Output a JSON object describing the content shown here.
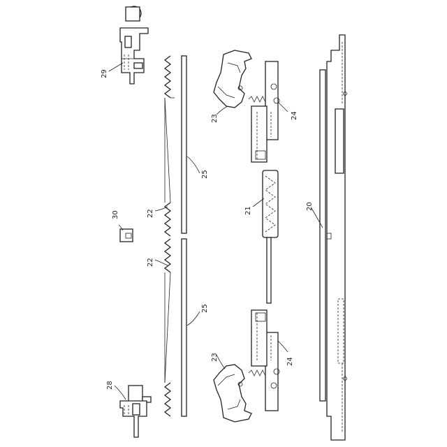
{
  "labels": {
    "r20": "20",
    "r21": "21",
    "r22a": "22",
    "r22b": "22",
    "r23a": "23",
    "r23b": "23",
    "r24a": "24",
    "r24b": "24",
    "r25a": "25",
    "r25b": "25",
    "r28": "28",
    "r29": "29",
    "r30": "30"
  }
}
